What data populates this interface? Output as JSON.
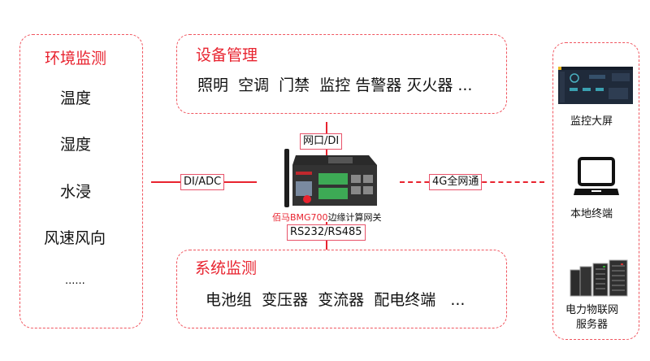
{
  "env_monitor": {
    "title": "环境监测",
    "items": [
      "温度",
      "湿度",
      "水浸",
      "风速风向",
      "......"
    ]
  },
  "device_mgmt": {
    "title": "设备管理",
    "items_text": "照明  空调  门禁  监控 告警器 灭火器 ..."
  },
  "system_monitor": {
    "title": "系统监测",
    "items_text": "电池组  变压器  变流器  配电终端   ..."
  },
  "gateway": {
    "brand": "佰马BMG700",
    "name": "边缘计算网关"
  },
  "links": {
    "left": "DI/ADC",
    "top": "网口/DI",
    "bottom": "RS232/RS485",
    "right": "4G全网通"
  },
  "terminals": [
    {
      "icon": "dashboard-screen-icon",
      "label": "监控大屏"
    },
    {
      "icon": "laptop-icon",
      "label": "本地终端"
    },
    {
      "icon": "server-rack-icon",
      "label": "电力物联网",
      "label2": "服务器"
    }
  ],
  "colors": {
    "accent": "#e8232f",
    "border": "#f0555f"
  }
}
